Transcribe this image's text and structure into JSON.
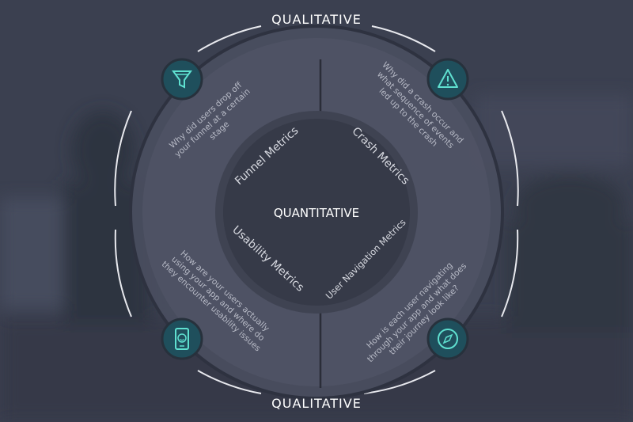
{
  "outer_labels": {
    "top": "QUALITATIVE",
    "bottom": "QUALITATIVE"
  },
  "center_label": "QUANTITATIVE",
  "metrics": {
    "funnel": "Funnel Metrics",
    "crash": "Crash Metrics",
    "usability": "Usability Metrics",
    "navigation": "User Navigation Metrics"
  },
  "questions": {
    "funnel": [
      "Why did users drop off",
      "your funnel at a certain",
      "stage"
    ],
    "crash": [
      "Why did a crash occur and",
      "what sequence of events",
      "led up to the crash"
    ],
    "usability": [
      "How are your users actually",
      "using your app and where do",
      "they encounter usability issues"
    ],
    "navigation": [
      "How is each user navigating",
      "through your app and what does",
      "their journey look like?"
    ]
  },
  "icons": {
    "funnel": "funnel-icon",
    "crash": "warning-icon",
    "usability": "smiley-phone-icon",
    "navigation": "compass-icon"
  },
  "colors": {
    "icon_fill": "#1f4f5c",
    "icon_accent": "#5fe0d0",
    "ring_fill": "#4a4e5f",
    "inner_fill": "#363a48"
  }
}
